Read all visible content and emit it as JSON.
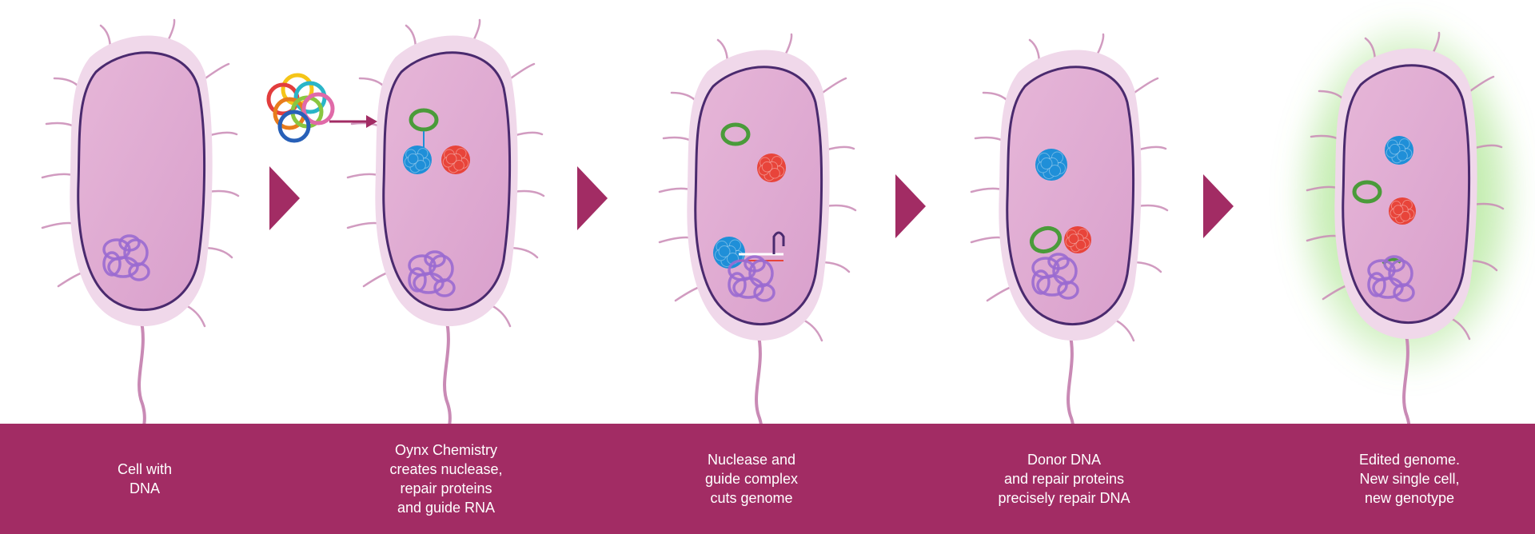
{
  "colors": {
    "band": "#a22c64",
    "arrow": "#a22c64",
    "cell_fill": "#d9a0cc",
    "cell_outer": "#f0d8ea",
    "membrane": "#4a2a6e",
    "flagella": "#c98ab5",
    "dna": "#9a6ad0",
    "nuclease": "#1f8fd8",
    "repair_protein": "#e8443a",
    "guide_rna": "#4a9b3a",
    "edited_glow": "#8fdc6a",
    "ring_colors": [
      "#f5c518",
      "#e23d3d",
      "#2ab5c8",
      "#e87c1c",
      "#8ac640",
      "#e06aa8",
      "#2860b8"
    ]
  },
  "stages": [
    {
      "id": "cell-with-dna",
      "caption": "Cell with\nDNA",
      "icons": [
        "dna-icon"
      ]
    },
    {
      "id": "oynx-chemistry",
      "caption": "Oynx Chemistry\ncreates nuclease,\nrepair proteins\nand guide RNA",
      "icons": [
        "chemistry-rings-icon",
        "guide-rna-icon",
        "nuclease-icon",
        "repair-protein-icon",
        "dna-icon"
      ]
    },
    {
      "id": "nuclease-cut",
      "caption": "Nuclease and\nguide complex\ncuts genome",
      "icons": [
        "guide-rna-icon",
        "repair-protein-icon",
        "nuclease-complex-icon",
        "dna-icon"
      ]
    },
    {
      "id": "donor-repair",
      "caption": "Donor DNA\nand repair proteins\nprecisely repair DNA",
      "icons": [
        "nuclease-icon",
        "donor-dna-icon",
        "repair-protein-icon",
        "dna-icon"
      ]
    },
    {
      "id": "edited-genome",
      "caption": "Edited genome.\nNew single cell,\nnew genotype",
      "icons": [
        "nuclease-icon",
        "guide-rna-icon",
        "repair-protein-icon",
        "dna-icon",
        "edited-glow-icon"
      ]
    }
  ]
}
